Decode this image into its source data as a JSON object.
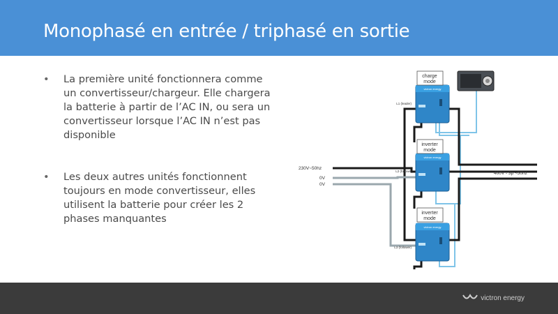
{
  "title": "Monophasé en entrée / triphasé en sortie",
  "bullets": [
    "La première unité fonctionnera comme un convertisseur/chargeur. Elle chargera la batterie à partir de l’AC IN, ou sera un convertisseur lorsque l’AC IN n’est pas disponible",
    "Les deux autres unités fonctionnent toujours en mode convertisseur, elles utilisent la batterie pour créer les 2 phases manquantes"
  ],
  "diagram": {
    "inputs": [
      "230V~50hz",
      "0V",
      "0V"
    ],
    "output": "400V - 3p ~50hz",
    "units": [
      {
        "role": "L1 (leader)",
        "mode_line1": "charge",
        "mode_line2": "mode"
      },
      {
        "role": "L2 (follower)",
        "mode_line1": "inverter",
        "mode_line2": "mode"
      },
      {
        "role": "L3 (follower)",
        "mode_line1": "inverter",
        "mode_line2": "mode"
      }
    ],
    "unit_brand": "victron energy"
  },
  "footer": {
    "logo_text": "victron energy"
  },
  "colors": {
    "header": "#4a90d6",
    "footer": "#3b3b3b",
    "unit": "#2f86c8",
    "wire": "#1a1a1a",
    "wire_light": "#7fc4e8"
  }
}
